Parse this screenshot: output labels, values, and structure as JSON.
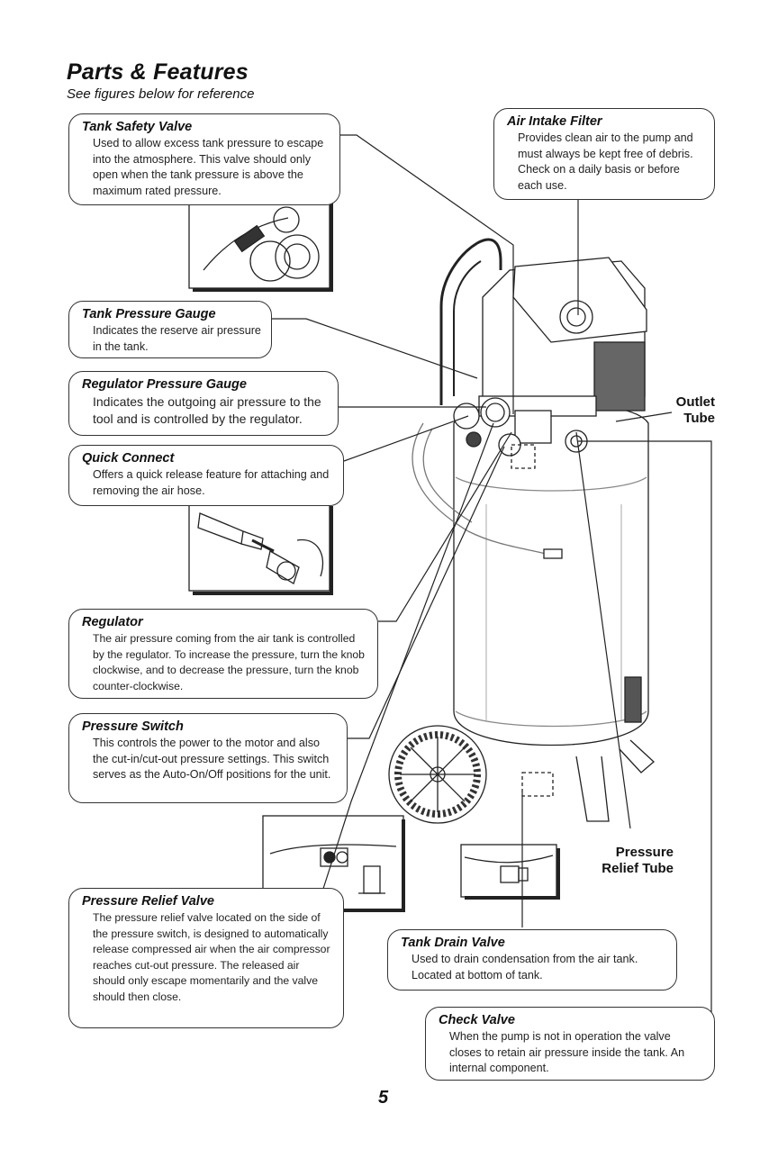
{
  "header": {
    "title": "Parts & Features",
    "subtitle": "See figures below for reference"
  },
  "features": [
    {
      "title": "Tank Safety Valve",
      "desc": "Used to allow excess tank pressure to escape into the atmosphere. This valve should only open when the tank pressure is above the maximum rated pressure."
    },
    {
      "title": "Air Intake Filter",
      "desc": "Provides clean air to the pump and must always be kept free of debris. Check on a daily basis or before each use."
    },
    {
      "title": "Tank Pressure Gauge",
      "desc": "Indicates the reserve air pressure in the tank."
    },
    {
      "title": "Regulator Pressure Gauge",
      "desc": "Indicates the outgoing air pressure to the tool and is controlled by the regulator."
    },
    {
      "title": "Quick Connect",
      "desc": "Offers a quick release feature for attaching and removing the air hose."
    },
    {
      "title": "Regulator",
      "desc": "The air pressure coming from the air tank is controlled by the regulator. To increase the pressure, turn the knob clockwise, and to decrease the pressure, turn the knob counter-clockwise."
    },
    {
      "title": "Pressure Switch",
      "desc": "This controls the power to the motor and also the cut-in/cut-out pressure settings. This switch serves as the Auto-On/Off positions for the unit."
    },
    {
      "title": "Pressure Relief Valve",
      "desc": "The pressure relief valve located on the side of the pressure switch, is designed to automatically release compressed air when the air compressor reaches cut-out pressure. The released air should only escape momentarily and the valve should then close."
    },
    {
      "title": "Tank Drain Valve",
      "desc": "Used to drain condensation from the air tank. Located at bottom of tank."
    },
    {
      "title": "Check Valve",
      "desc": "When the pump is not in operation the valve closes to retain air pressure inside the tank. An internal component."
    }
  ],
  "callouts": {
    "outlet_tube": [
      "Outlet",
      "Tube"
    ],
    "pressure_relief_tube": [
      "Pressure",
      "Relief Tube"
    ]
  },
  "footer": {
    "page_number": "5"
  }
}
